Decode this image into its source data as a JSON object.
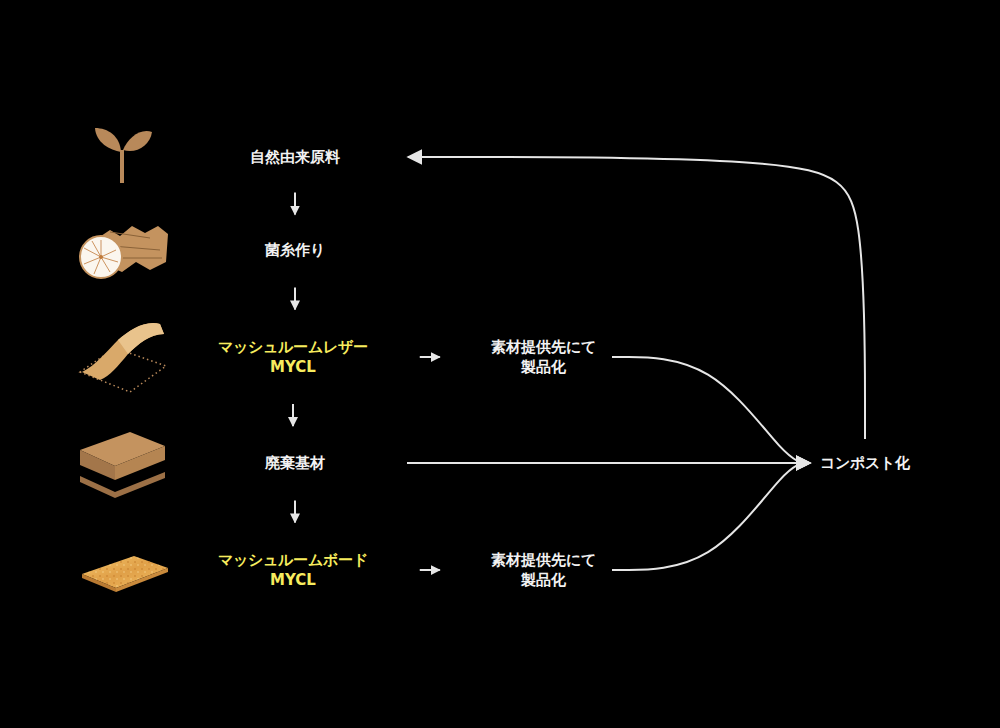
{
  "diagram": {
    "nodes": [
      {
        "text": [
          "自然由来原料"
        ]
      },
      {
        "text": [
          "菌糸作り"
        ]
      },
      {
        "text": [
          "マッシュルームレザー MYCL"
        ]
      },
      {
        "text": [
          "素材提供先にて 製品化"
        ]
      },
      {
        "text": [
          "廃棄基材"
        ]
      },
      {
        "text": [
          "マッシュルームボード MYCL"
        ]
      },
      {
        "text": [
          "素材提供先にて 製品化"
        ]
      },
      {
        "text": [
          "コンポスト化"
        ]
      }
    ],
    "edges": [
      {
        "from": 0,
        "to": 1,
        "arrow": "to"
      },
      {
        "from": 1,
        "to": 2,
        "arrow": "to"
      },
      {
        "from": 2,
        "to": 3,
        "arrow": "to"
      },
      {
        "from": 2,
        "to": 4,
        "arrow": "to"
      },
      {
        "from": 4,
        "to": 5,
        "arrow": "to"
      },
      {
        "from": 5,
        "to": 6,
        "arrow": "to"
      },
      {
        "from": 4,
        "to": 7,
        "arrow": "to"
      },
      {
        "from": 3,
        "to": 7,
        "arrow": "to"
      },
      {
        "from": 6,
        "to": 7,
        "arrow": "to"
      },
      {
        "from": 7,
        "to": 0,
        "arrow": "to"
      }
    ]
  }
}
